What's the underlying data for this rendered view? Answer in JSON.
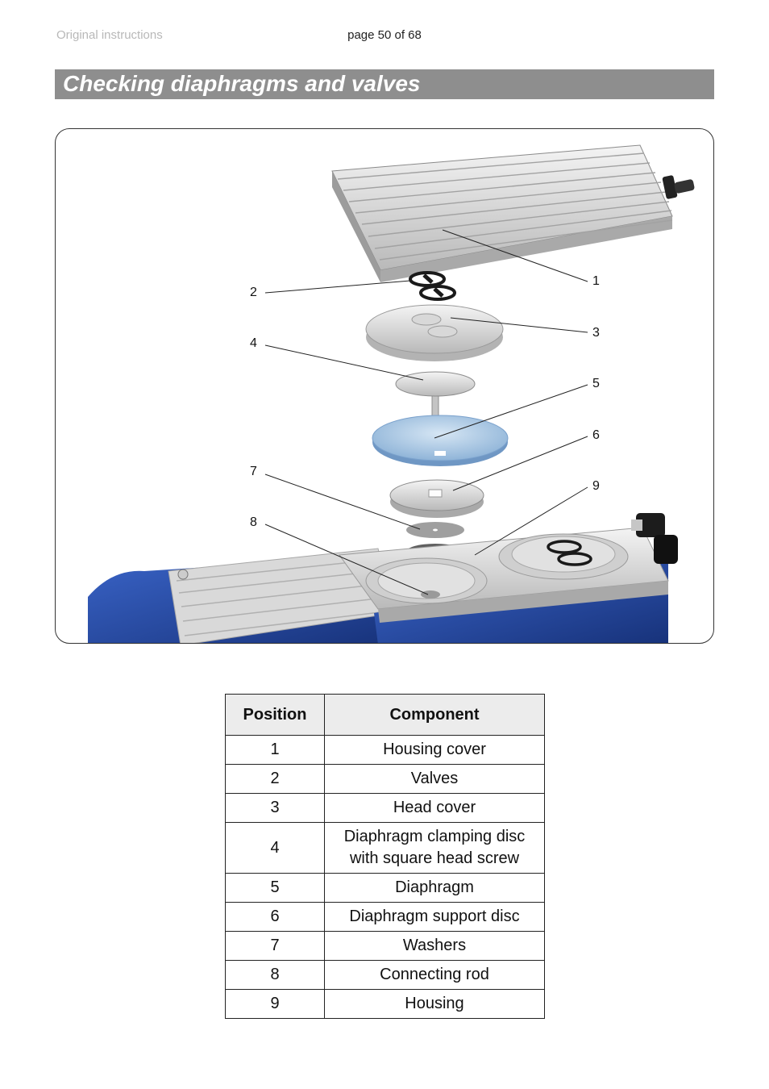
{
  "header": {
    "left": "Original instructions",
    "page": "page 50 of 68"
  },
  "title": "Checking diaphragms and valves",
  "figure": {
    "callouts": [
      "1",
      "2",
      "3",
      "4",
      "5",
      "6",
      "7",
      "8",
      "9"
    ]
  },
  "table": {
    "headers": [
      "Position",
      "Component"
    ],
    "rows": [
      {
        "pos": "1",
        "component": "Housing cover"
      },
      {
        "pos": "2",
        "component": "Valves"
      },
      {
        "pos": "3",
        "component": "Head cover"
      },
      {
        "pos": "4",
        "component": "Diaphragm clamping disc with square head screw"
      },
      {
        "pos": "5",
        "component": "Diaphragm"
      },
      {
        "pos": "6",
        "component": "Diaphragm support disc"
      },
      {
        "pos": "7",
        "component": "Washers"
      },
      {
        "pos": "8",
        "component": "Connecting rod"
      },
      {
        "pos": "9",
        "component": "Housing"
      }
    ]
  }
}
